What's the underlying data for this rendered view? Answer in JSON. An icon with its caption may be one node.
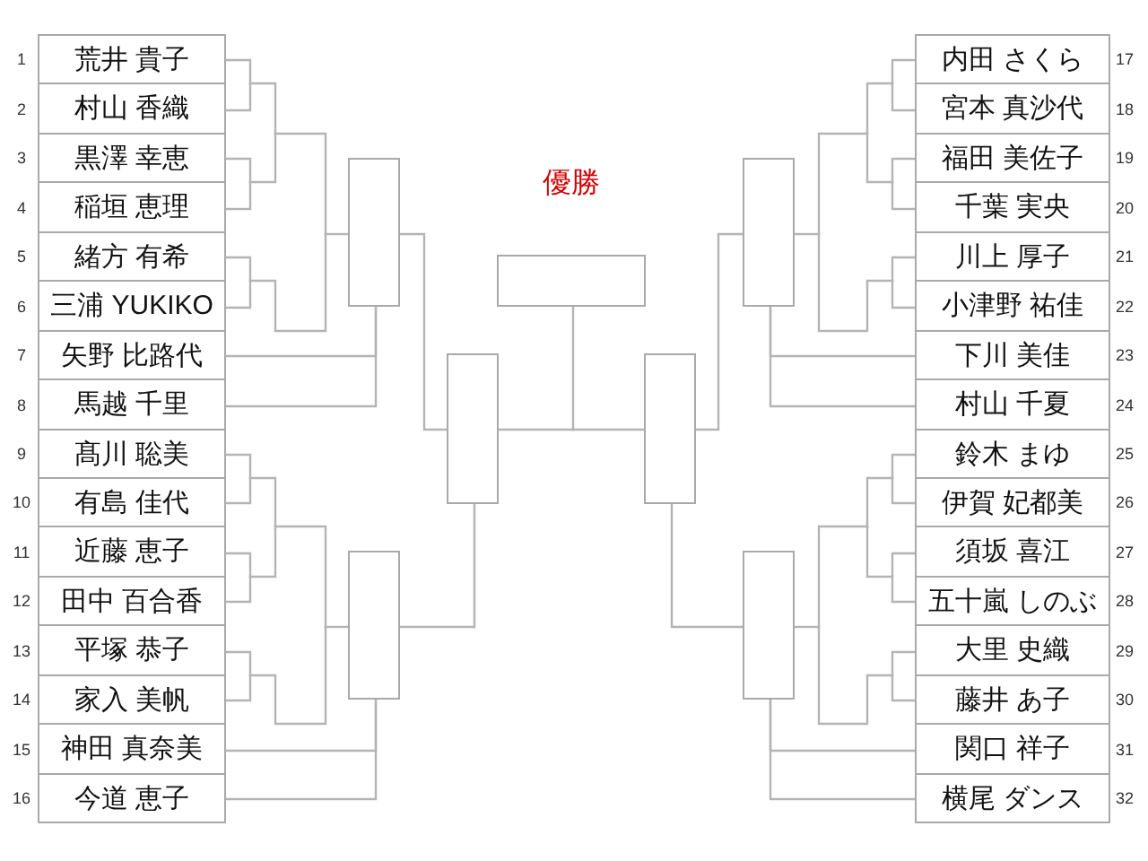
{
  "diagram": {
    "nodes": [
      {
        "text": [
          "荒井 貴子"
        ],
        "beside": [
          "1"
        ]
      },
      {
        "text": [
          "村山 香織"
        ],
        "beside": [
          "2"
        ]
      },
      {
        "text": [
          "黒澤 幸恵"
        ],
        "beside": [
          "3"
        ]
      },
      {
        "text": [
          "稲垣 恵理"
        ],
        "beside": [
          "4"
        ]
      },
      {
        "text": [
          "緒方 有希"
        ],
        "beside": [
          "5"
        ]
      },
      {
        "text": [
          "三浦 YUKIKO"
        ],
        "beside": [
          "6"
        ]
      },
      {
        "text": [
          "矢野 比路代"
        ],
        "beside": [
          "7"
        ]
      },
      {
        "text": [
          "馬越 千里"
        ],
        "beside": [
          "8"
        ]
      },
      {
        "text": [
          "髙川 聡美"
        ],
        "beside": [
          "9"
        ]
      },
      {
        "text": [
          "有島 佳代"
        ],
        "beside": [
          "10"
        ]
      },
      {
        "text": [
          "近藤 恵子"
        ],
        "beside": [
          "11"
        ]
      },
      {
        "text": [
          "田中 百合香"
        ],
        "beside": [
          "12"
        ]
      },
      {
        "text": [
          "平塚 恭子"
        ],
        "beside": [
          "13"
        ]
      },
      {
        "text": [
          "家入 美帆"
        ],
        "beside": [
          "14"
        ]
      },
      {
        "text": [
          "神田 真奈美"
        ],
        "beside": [
          "15"
        ]
      },
      {
        "text": [
          "今道 恵子"
        ],
        "beside": [
          "16"
        ]
      },
      {
        "text": [
          "内田 さくら"
        ],
        "beside": [
          "17"
        ]
      },
      {
        "text": [
          "宮本 真沙代"
        ],
        "beside": [
          "18"
        ]
      },
      {
        "text": [
          "福田 美佐子"
        ],
        "beside": [
          "19"
        ]
      },
      {
        "text": [
          "千葉 実央"
        ],
        "beside": [
          "20"
        ]
      },
      {
        "text": [
          "川上 厚子"
        ],
        "beside": [
          "21"
        ]
      },
      {
        "text": [
          "小津野 祐佳"
        ],
        "beside": [
          "22"
        ]
      },
      {
        "text": [
          "下川 美佳"
        ],
        "beside": [
          "23"
        ]
      },
      {
        "text": [
          "村山 千夏"
        ],
        "beside": [
          "24"
        ]
      },
      {
        "text": [
          "鈴木 まゆ"
        ],
        "beside": [
          "25"
        ]
      },
      {
        "text": [
          "伊賀 妃都美"
        ],
        "beside": [
          "26"
        ]
      },
      {
        "text": [
          "須坂 喜江"
        ],
        "beside": [
          "27"
        ]
      },
      {
        "text": [
          "五十嵐 しのぶ"
        ],
        "beside": [
          "28"
        ]
      },
      {
        "text": [
          "大里 史織"
        ],
        "beside": [
          "29"
        ]
      },
      {
        "text": [
          "藤井 あ子"
        ],
        "beside": [
          "30"
        ]
      },
      {
        "text": [
          "関口 祥子"
        ],
        "beside": [
          "31"
        ]
      },
      {
        "text": [
          "横尾 ダンス"
        ],
        "beside": [
          "32"
        ]
      },
      {
        "text": [],
        "shape": "box"
      },
      {
        "text": [],
        "shape": "box"
      },
      {
        "text": [],
        "shape": "box"
      },
      {
        "text": [],
        "shape": "box"
      },
      {
        "text": [],
        "shape": "box"
      },
      {
        "text": [],
        "shape": "box"
      },
      {
        "text": [],
        "shape": "box",
        "beside": [
          "優勝"
        ]
      }
    ],
    "edges": [
      {
        "from": 0,
        "to": 32,
        "arrow": "none"
      },
      {
        "from": 1,
        "to": 32,
        "arrow": "none"
      },
      {
        "from": 2,
        "to": 32,
        "arrow": "none"
      },
      {
        "from": 3,
        "to": 32,
        "arrow": "none"
      },
      {
        "from": 4,
        "to": 32,
        "arrow": "none"
      },
      {
        "from": 5,
        "to": 32,
        "arrow": "none"
      },
      {
        "from": 6,
        "to": 32,
        "arrow": "none"
      },
      {
        "from": 7,
        "to": 32,
        "arrow": "none"
      },
      {
        "from": 8,
        "to": 33,
        "arrow": "none"
      },
      {
        "from": 9,
        "to": 33,
        "arrow": "none"
      },
      {
        "from": 10,
        "to": 33,
        "arrow": "none"
      },
      {
        "from": 11,
        "to": 33,
        "arrow": "none"
      },
      {
        "from": 12,
        "to": 33,
        "arrow": "none"
      },
      {
        "from": 13,
        "to": 33,
        "arrow": "none"
      },
      {
        "from": 14,
        "to": 33,
        "arrow": "none"
      },
      {
        "from": 15,
        "to": 33,
        "arrow": "none"
      },
      {
        "from": 16,
        "to": 34,
        "arrow": "none"
      },
      {
        "from": 17,
        "to": 34,
        "arrow": "none"
      },
      {
        "from": 18,
        "to": 34,
        "arrow": "none"
      },
      {
        "from": 19,
        "to": 34,
        "arrow": "none"
      },
      {
        "from": 20,
        "to": 34,
        "arrow": "none"
      },
      {
        "from": 21,
        "to": 34,
        "arrow": "none"
      },
      {
        "from": 22,
        "to": 34,
        "arrow": "none"
      },
      {
        "from": 23,
        "to": 34,
        "arrow": "none"
      },
      {
        "from": 24,
        "to": 35,
        "arrow": "none"
      },
      {
        "from": 25,
        "to": 35,
        "arrow": "none"
      },
      {
        "from": 26,
        "to": 35,
        "arrow": "none"
      },
      {
        "from": 27,
        "to": 35,
        "arrow": "none"
      },
      {
        "from": 28,
        "to": 35,
        "arrow": "none"
      },
      {
        "from": 29,
        "to": 35,
        "arrow": "none"
      },
      {
        "from": 30,
        "to": 35,
        "arrow": "none"
      },
      {
        "from": 31,
        "to": 35,
        "arrow": "none"
      },
      {
        "from": 32,
        "to": 36,
        "arrow": "none"
      },
      {
        "from": 33,
        "to": 36,
        "arrow": "none"
      },
      {
        "from": 34,
        "to": 37,
        "arrow": "none"
      },
      {
        "from": 35,
        "to": 37,
        "arrow": "none"
      },
      {
        "from": 36,
        "to": 38,
        "arrow": "none"
      },
      {
        "from": 37,
        "to": 38,
        "arrow": "none"
      }
    ]
  }
}
